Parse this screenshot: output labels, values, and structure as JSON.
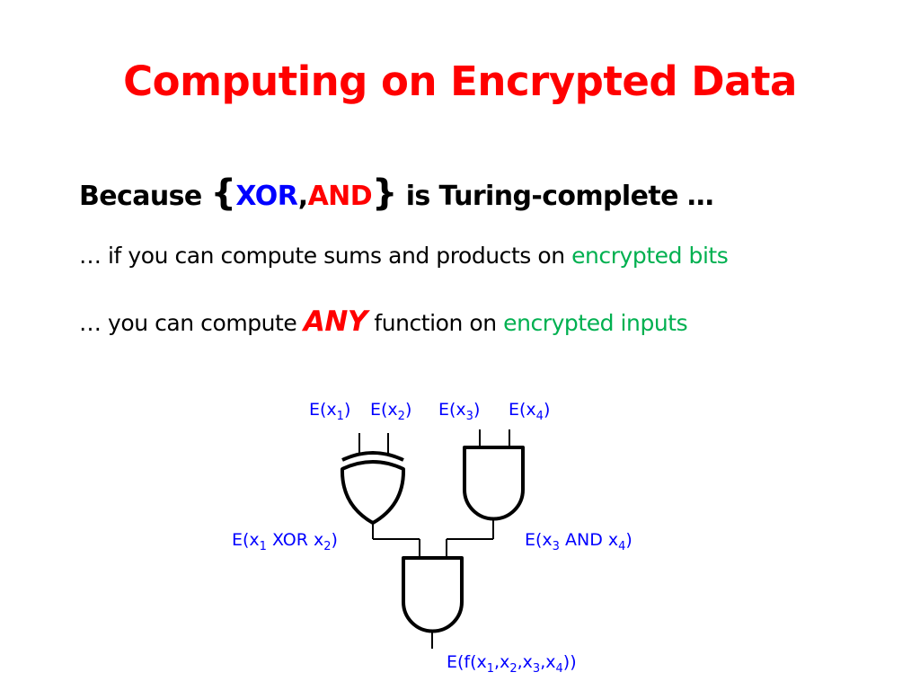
{
  "title": "Computing on Encrypted Data",
  "line1": {
    "prefix": "Because ",
    "brace_open": "{",
    "xor": "XOR",
    "comma": ",",
    "and": "AND",
    "brace_close": "}",
    "suffix": " is Turing-complete …"
  },
  "line2": {
    "text": "… if you can compute sums and products on ",
    "highlight": "encrypted bits"
  },
  "line3": {
    "prefix": "… you can compute ",
    "any": "ANY",
    "middle": " function on ",
    "highlight": "encrypted inputs"
  },
  "diagram": {
    "inputs": [
      {
        "pre": "E(x",
        "sub": "1",
        "post": ")"
      },
      {
        "pre": "E(x",
        "sub": "2",
        "post": ")"
      },
      {
        "pre": "E(x",
        "sub": "3",
        "post": ")"
      },
      {
        "pre": "E(x",
        "sub": "4",
        "post": ")"
      }
    ],
    "xor_output": {
      "p1": "E(x",
      "s1": "1",
      "p2": " XOR x",
      "s2": "2",
      "p3": ")"
    },
    "and_output": {
      "p1": "E(x",
      "s1": "3",
      "p2": " AND x",
      "s2": "4",
      "p3": ")"
    },
    "final_output": {
      "p1": "E(f(x",
      "s1": "1",
      "p2": ",x",
      "s2": "2",
      "p3": ",x",
      "s3": "3",
      "p4": ",x",
      "s4": "4",
      "p5": "))"
    }
  },
  "colors": {
    "title": "#ff0000",
    "xor": "#0000ff",
    "and": "#ff0000",
    "highlight": "#00b050",
    "labels": "#0000ff"
  }
}
